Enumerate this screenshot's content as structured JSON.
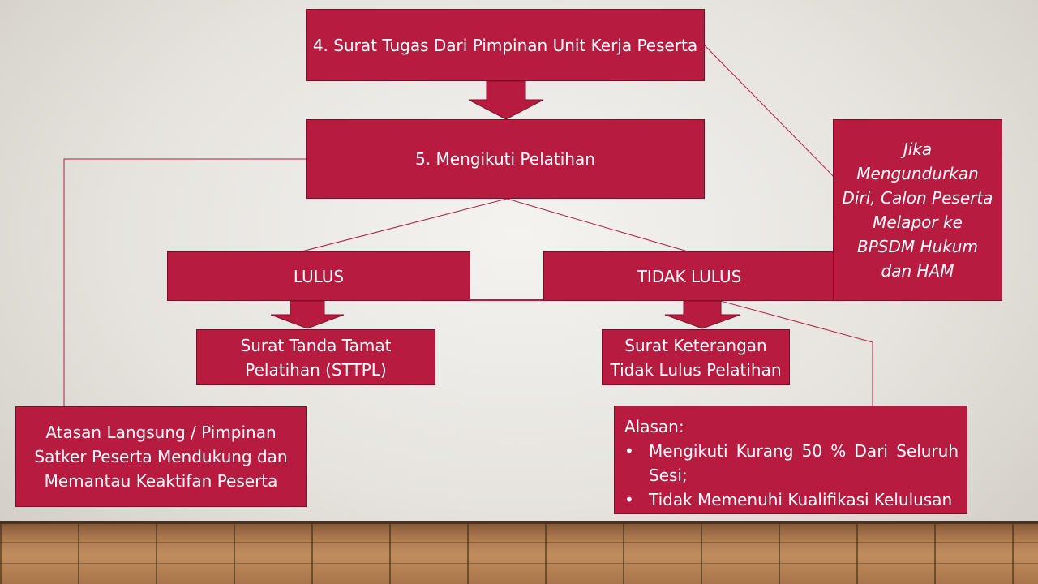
{
  "colors": {
    "box_fill": "#b71c40",
    "box_border": "#7d1028",
    "line": "#b71c40"
  },
  "boxes": {
    "surat_tugas": "4. Surat Tugas Dari Pimpinan Unit Kerja Peserta",
    "mengikuti": "5. Mengikuti Pelatihan",
    "lulus": "LULUS",
    "tidak_lulus": "TIDAK LULUS",
    "sttpl": "Surat Tanda Tamat Pelatihan (STTPL)",
    "keterangan": "Surat Keterangan Tidak Lulus Pelatihan",
    "mengundurkan": "Jika Mengundurkan Diri, Calon Peserta Melapor ke BPSDM Hukum dan HAM",
    "atasan": "Atasan Langsung / Pimpinan Satker Peserta Mendukung dan Memantau Keaktifan Peserta",
    "alasan_title": "Alasan:",
    "alasan_items": [
      "Mengikuti Kurang 50 % Dari Seluruh Sesi;",
      "Tidak Memenuhi Kualifikasi Kelulusan"
    ]
  }
}
